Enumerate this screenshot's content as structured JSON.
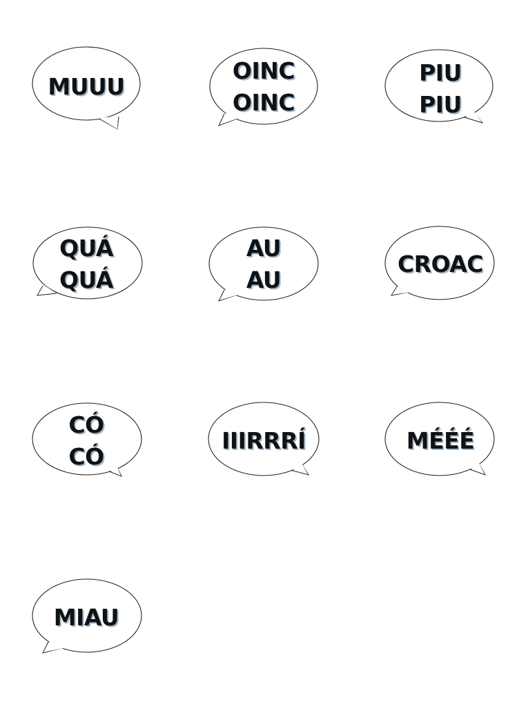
{
  "bubbles": [
    {
      "lines": [
        "MUUU"
      ],
      "tail": "right"
    },
    {
      "lines": [
        "OINC",
        "OINC"
      ],
      "tail": "left"
    },
    {
      "lines": [
        "PIU",
        "PIU"
      ],
      "tail": "right"
    },
    {
      "lines": [
        "QUÁ",
        "QUÁ"
      ],
      "tail": "left"
    },
    {
      "lines": [
        "AU",
        "AU"
      ],
      "tail": "left"
    },
    {
      "lines": [
        "CROAC"
      ],
      "tail": "left"
    },
    {
      "lines": [
        "CÓ",
        "CÓ"
      ],
      "tail": "right"
    },
    {
      "lines": [
        "IIIRRRÍ"
      ],
      "tail": "right"
    },
    {
      "lines": [
        "MÉÉÉ"
      ],
      "tail": "right"
    },
    {
      "lines": [
        "MIAU"
      ],
      "tail": "left"
    }
  ]
}
